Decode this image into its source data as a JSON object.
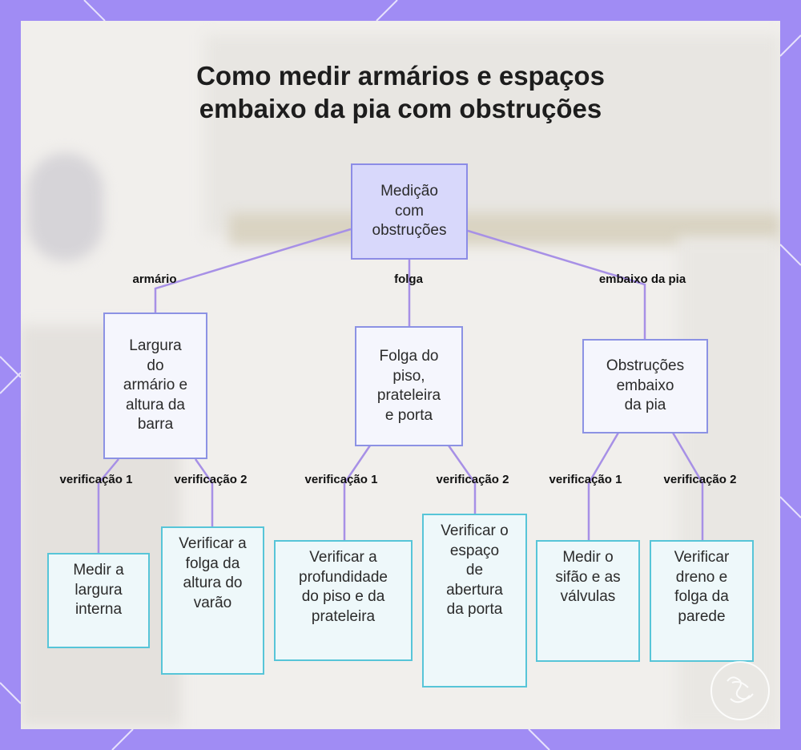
{
  "title_lines": [
    "Como medir armários e espaços",
    "embaixo da pia com obstruções"
  ],
  "root": {
    "lines": [
      "Medição",
      "com",
      "obstruções"
    ],
    "branches": [
      {
        "label": "armário",
        "lines": [
          "Largura",
          "do",
          "armário e",
          "altura da",
          "barra"
        ],
        "checks": [
          {
            "label": "verificação 1",
            "lines": [
              "Medir a",
              "largura",
              "interna"
            ]
          },
          {
            "label": "verificação 2",
            "lines": [
              "Verificar a",
              "folga da",
              "altura do",
              "varão"
            ]
          }
        ]
      },
      {
        "label": "folga",
        "lines": [
          "Folga do",
          "piso,",
          "prateleira",
          "e porta"
        ],
        "checks": [
          {
            "label": "verificação 1",
            "lines": [
              "Verificar a",
              "profundidade",
              "do piso e da",
              "prateleira"
            ]
          },
          {
            "label": "verificação 2",
            "lines": [
              "Verificar o",
              "espaço",
              "de",
              "abertura",
              "da porta"
            ]
          }
        ]
      },
      {
        "label": "embaixo da pia",
        "lines": [
          "Obstruções",
          "embaixo",
          "da pia"
        ],
        "checks": [
          {
            "label": "verificação 1",
            "lines": [
              "Medir o",
              "sifão e as",
              "válvulas"
            ]
          },
          {
            "label": "verificação 2",
            "lines": [
              "Verificar",
              "dreno e",
              "folga da",
              "parede"
            ]
          }
        ]
      }
    ]
  },
  "colors": {
    "frame": "#a08cf4",
    "root_fill": "#d8d8fb",
    "root_border": "#8c8ce6",
    "mid_border": "#8c92e4",
    "leaf_border": "#57c5d8",
    "connector": "#a790e6"
  }
}
